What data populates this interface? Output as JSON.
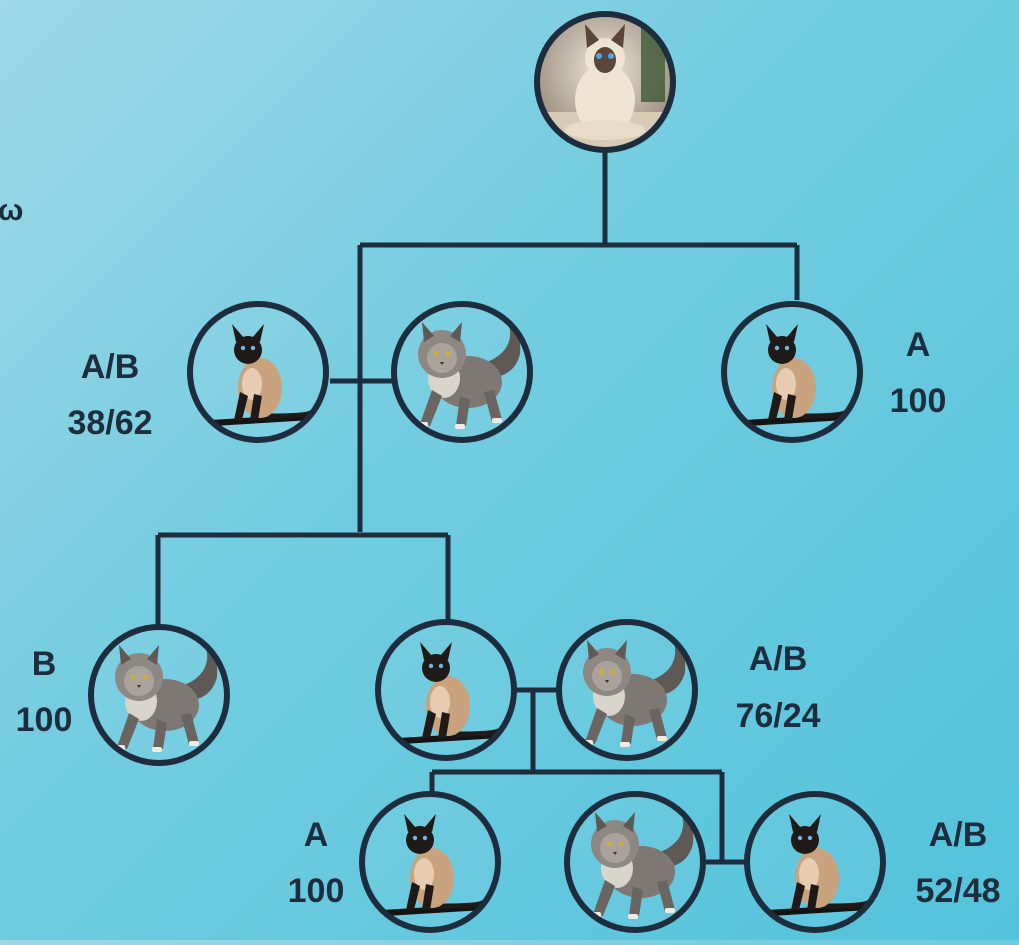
{
  "colors": {
    "line": "#1d2d3d",
    "siamese_body": "#c9a27e",
    "siamese_point": "#1f1a18",
    "maine_coon_body": "#7d7873",
    "maine_coon_chest": "#d9d4cc",
    "cream_body": "#efe4d2"
  },
  "stray_mark": "ω",
  "nodes": {
    "root": {
      "icon": "ragdoll-cat-photo"
    },
    "g1_left": {
      "icon": "siamese-cat",
      "genotype": "A/B",
      "ratio": "38/62"
    },
    "g1_mate": {
      "icon": "maine-coon-cat"
    },
    "g1_right": {
      "icon": "siamese-cat",
      "genotype": "A",
      "ratio": "100"
    },
    "g2_left": {
      "icon": "maine-coon-cat",
      "genotype": "B",
      "ratio": "100"
    },
    "g2_mid": {
      "icon": "siamese-cat"
    },
    "g2_mate": {
      "icon": "maine-coon-cat",
      "genotype": "A/B",
      "ratio": "76/24"
    },
    "g3_left": {
      "icon": "siamese-cat",
      "genotype": "A",
      "ratio": "100"
    },
    "g3_mid": {
      "icon": "maine-coon-cat"
    },
    "g3_right": {
      "icon": "siamese-cat",
      "genotype": "A/B",
      "ratio": "52/48"
    }
  }
}
